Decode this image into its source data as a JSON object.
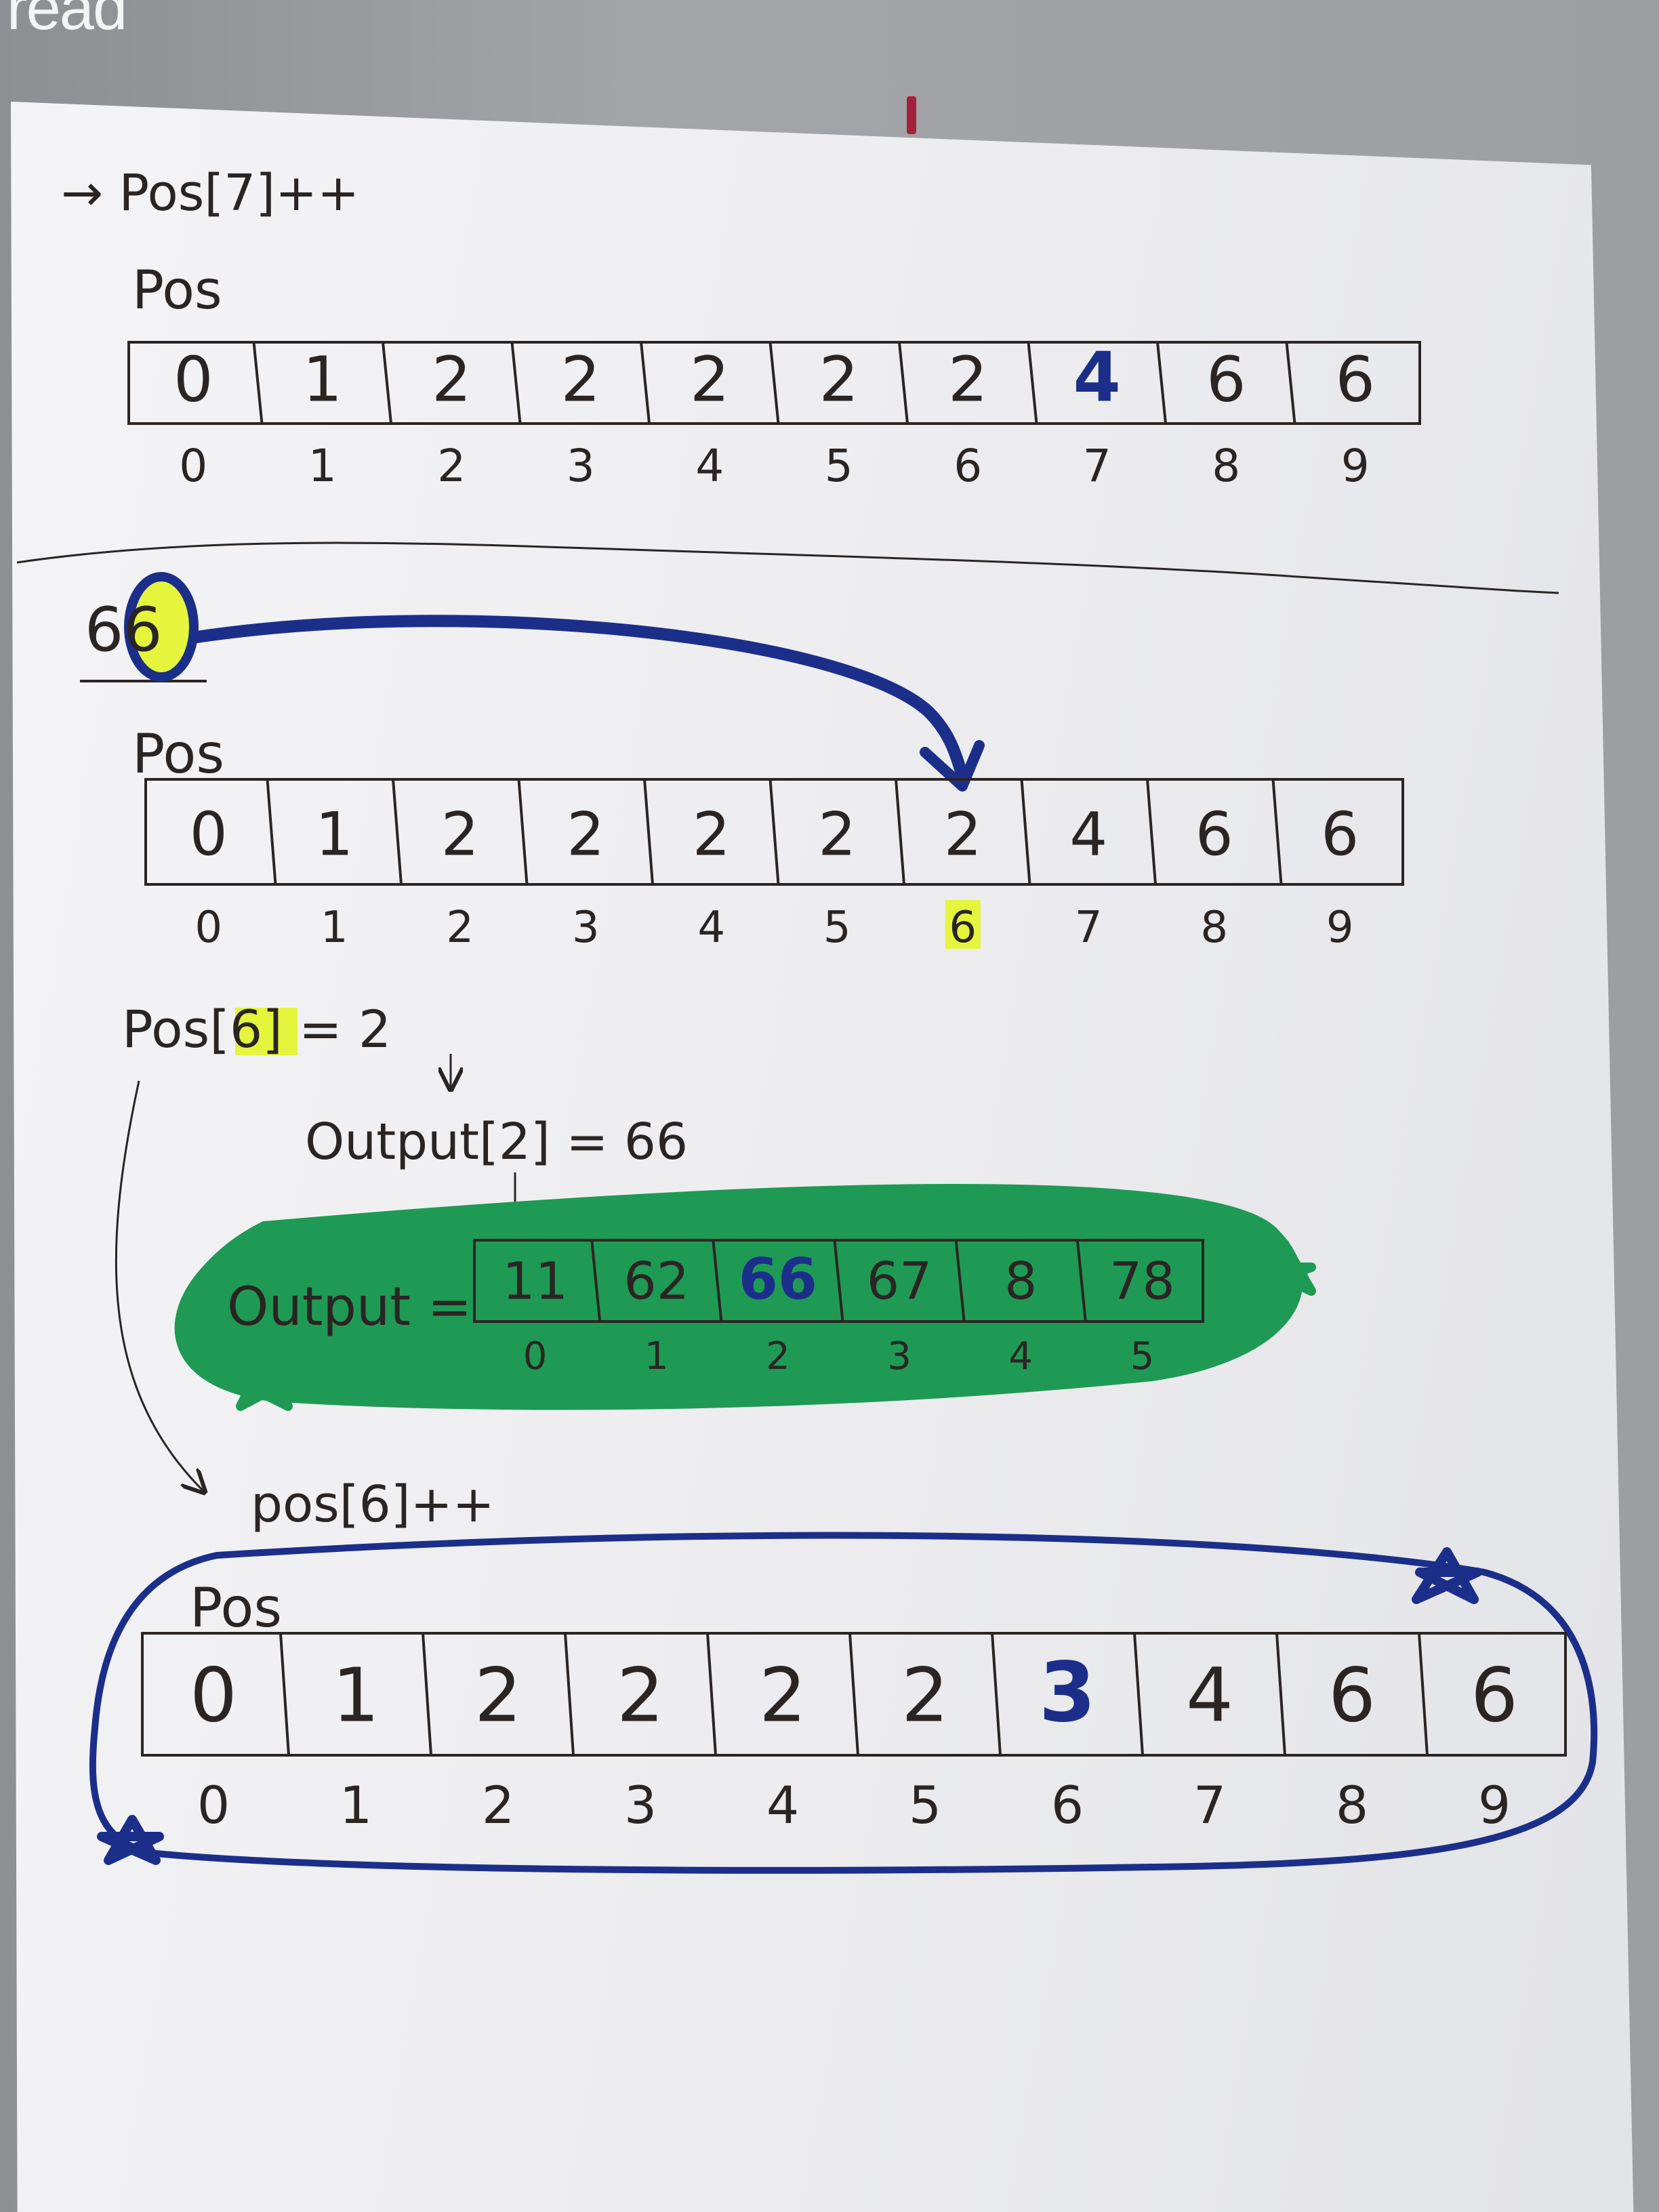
{
  "corner_text": "read",
  "top": {
    "header": "→ Pos[7]++",
    "label": "Pos",
    "cells": [
      "0",
      "1",
      "2",
      "2",
      "2",
      "2",
      "2",
      "4",
      "6",
      "6"
    ],
    "indices": [
      "0",
      "1",
      "2",
      "3",
      "4",
      "5",
      "6",
      "7",
      "8",
      "9"
    ],
    "highlight_index": 7
  },
  "middle": {
    "input_number": "66",
    "label": "Pos",
    "cells": [
      "0",
      "1",
      "2",
      "2",
      "2",
      "2",
      "2",
      "4",
      "6",
      "6"
    ],
    "indices": [
      "0",
      "1",
      "2",
      "3",
      "4",
      "5",
      "6",
      "7",
      "8",
      "9"
    ],
    "highlight_index": 6
  },
  "equations": {
    "pos_lookup": "Pos[6] = 2",
    "output_assign": "Output[2] = 66",
    "output_label": "Output =",
    "output_cells": [
      "11",
      "62",
      "66",
      "67",
      "8",
      "78"
    ],
    "output_indices": [
      "0",
      "1",
      "2",
      "3",
      "4",
      "5"
    ],
    "increment": "pos[6]++"
  },
  "bottom": {
    "label": "Pos",
    "cells": [
      "0",
      "1",
      "2",
      "2",
      "2",
      "2",
      "3",
      "4",
      "6",
      "6"
    ],
    "indices": [
      "0",
      "1",
      "2",
      "3",
      "4",
      "5",
      "6",
      "7",
      "8",
      "9"
    ],
    "highlight_index": 6
  },
  "colors": {
    "ink": "#2a2523",
    "blue": "#1b2f8a",
    "green": "#1e9a55",
    "highlight": "#e4f53c"
  }
}
